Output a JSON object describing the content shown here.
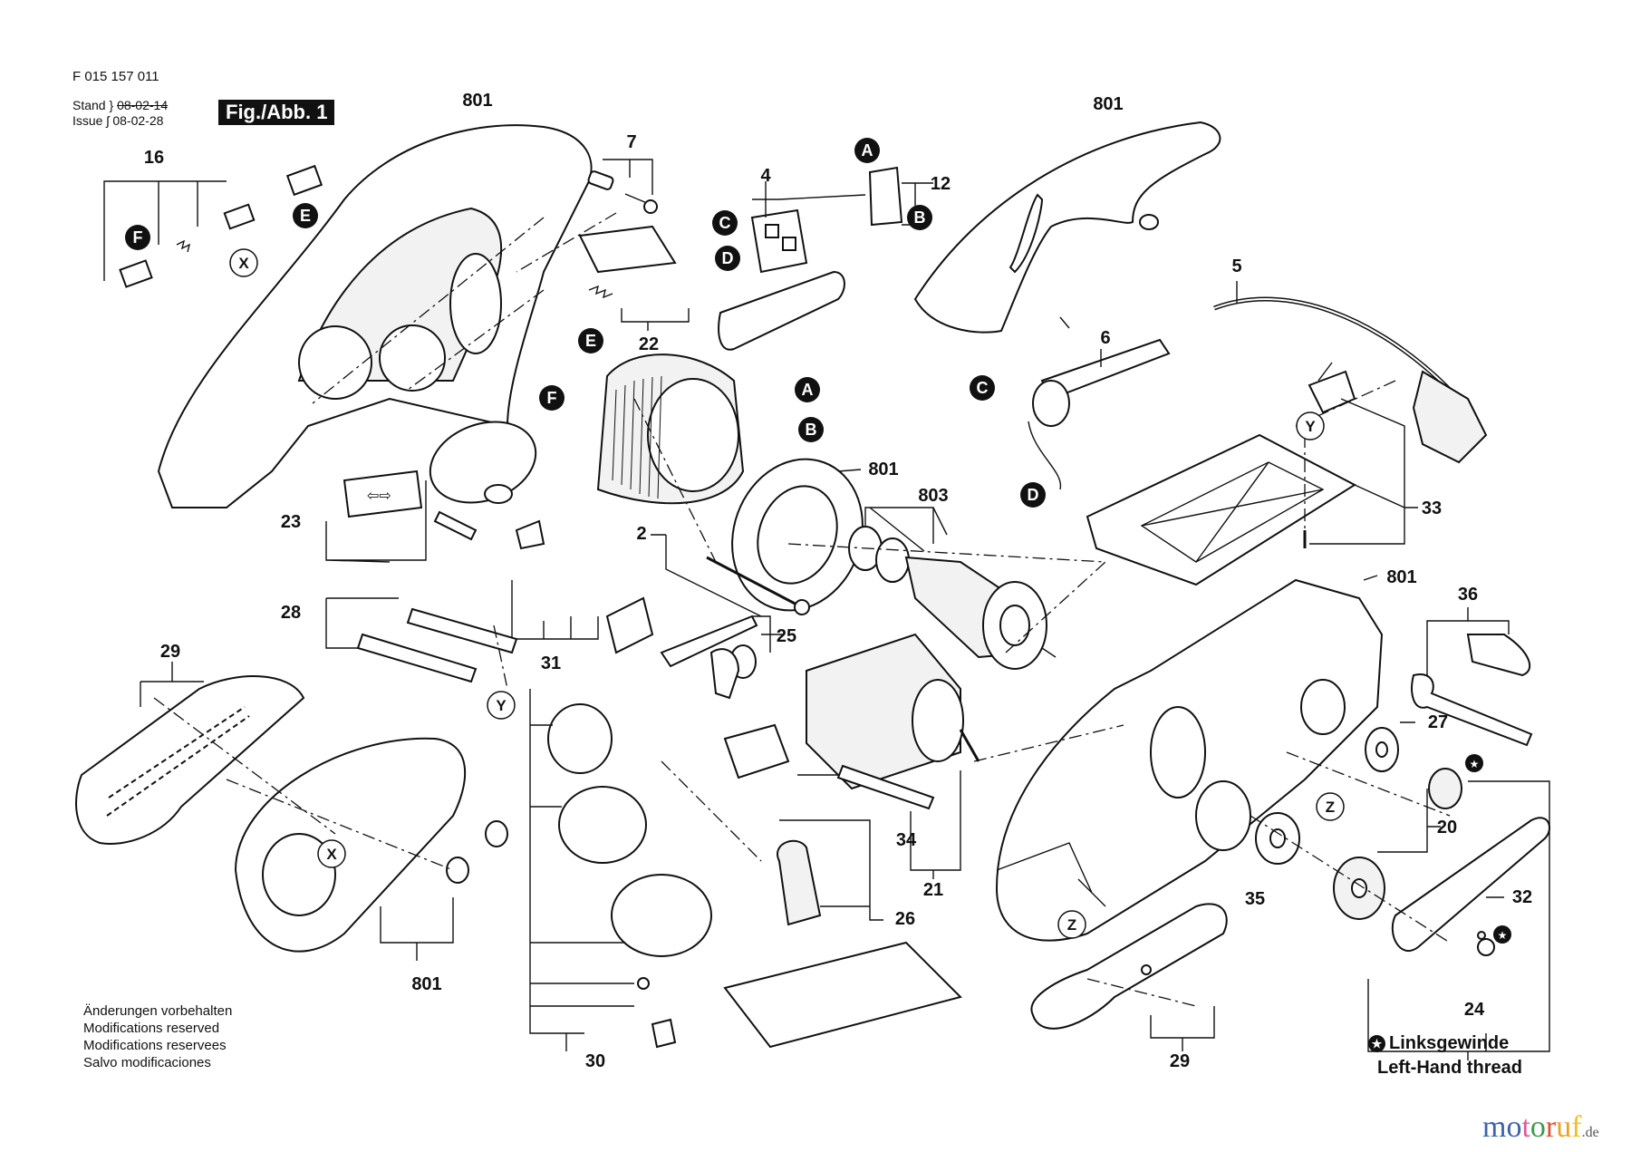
{
  "header": {
    "document_number": "F 015 157 011",
    "stand_label": "Stand",
    "stand_date_struck": "08-02-14",
    "issue_label": "Issue",
    "issue_date": "08-02-28",
    "figure_label": "Fig./Abb. 1"
  },
  "notes": [
    "Änderungen vorbehalten",
    "Modifications reserved",
    "Modifications reservees",
    "Salvo modificaciones"
  ],
  "legend": {
    "left_hand_thread_de": "Linksgewinde",
    "left_hand_thread_en": "Left-Hand thread",
    "star_symbol": "✪"
  },
  "brand": {
    "letters": [
      "m",
      "o",
      "t",
      "o",
      "r",
      "u",
      "f"
    ],
    "colors": [
      "#3b62b0",
      "#3b62b0",
      "#e05a9c",
      "#3a9b4a",
      "#e0502e",
      "#f0a020",
      "#f0c020"
    ],
    "tld": ".de"
  },
  "callouts": {
    "c801a": "801",
    "c801b": "801",
    "c801c": "801",
    "c801d": "801",
    "c801e": "801",
    "c803": "803",
    "c2": "2",
    "c4": "4",
    "c5": "5",
    "c6": "6",
    "c7": "7",
    "c12": "12",
    "c16": "16",
    "c20": "20",
    "c21": "21",
    "c22": "22",
    "c23": "23",
    "c24": "24",
    "c25": "25",
    "c26": "26",
    "c27": "27",
    "c28": "28",
    "c29a": "29",
    "c29b": "29",
    "c30": "30",
    "c31": "31",
    "c32": "32",
    "c33": "33",
    "c34": "34",
    "c35": "35",
    "c36": "36"
  },
  "connection_markers": {
    "A": "A",
    "B": "B",
    "C": "C",
    "D": "D",
    "E": "E",
    "F": "F"
  },
  "reference_markers": {
    "X": "X",
    "Y": "Y",
    "Z": "Z"
  }
}
